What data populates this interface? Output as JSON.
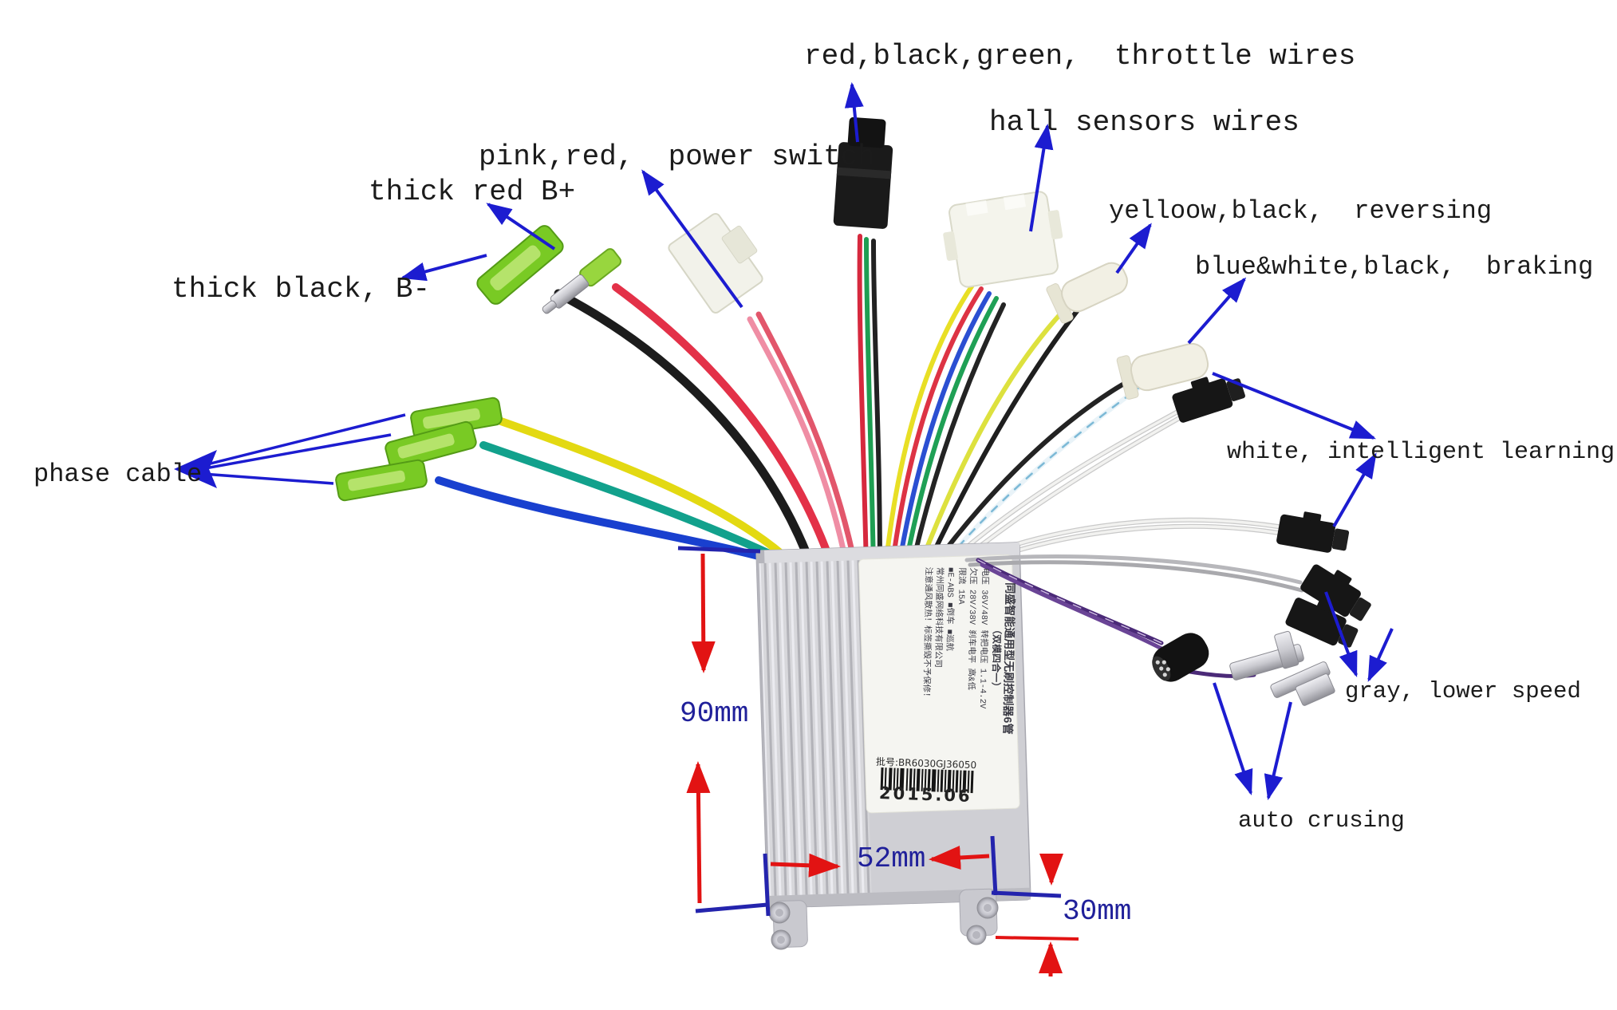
{
  "callouts": {
    "throttle": {
      "text": "red,black,green,  throttle wires"
    },
    "hall": {
      "text": "hall sensors wires"
    },
    "power_switch": {
      "text": "pink,red,  power switch"
    },
    "b_plus": {
      "text": "thick red B+"
    },
    "b_minus": {
      "text": "thick black, B-"
    },
    "reversing": {
      "text": "yelloow,black,  reversing"
    },
    "braking": {
      "text": "blue&white,black,  braking"
    },
    "phase": {
      "text": "phase cable"
    },
    "intelligent": {
      "text": "white, intelligent learning"
    },
    "lower_speed": {
      "text": "gray, lower speed"
    },
    "auto_cruising": {
      "text": "auto crusing"
    }
  },
  "dimensions": {
    "height": "90mm",
    "width": "52mm",
    "depth": "30mm"
  },
  "controller_label": {
    "title": "同盛智能通用型无刷控制器6管",
    "subtitle": "（双模四合一）",
    "specs": [
      "电压 36V/48V   转把电压 1.1-4.2V",
      "欠压 28V/38V   刹车电平 高&低",
      "限流 15A",
      "■E-ABS ■倒车 ■巡航",
      "常州同盛网络科技有限公司",
      "注意通风散热！标签撕毁不予保修！"
    ],
    "batch_no": "批号:BR6030GJ36050",
    "date": "2015.06"
  },
  "colors": {
    "arrow_blue": "#1c1cd0",
    "dimension_red": "#e21313",
    "dimension_text": "#20209a",
    "callout_text": "#1b1b1b"
  }
}
